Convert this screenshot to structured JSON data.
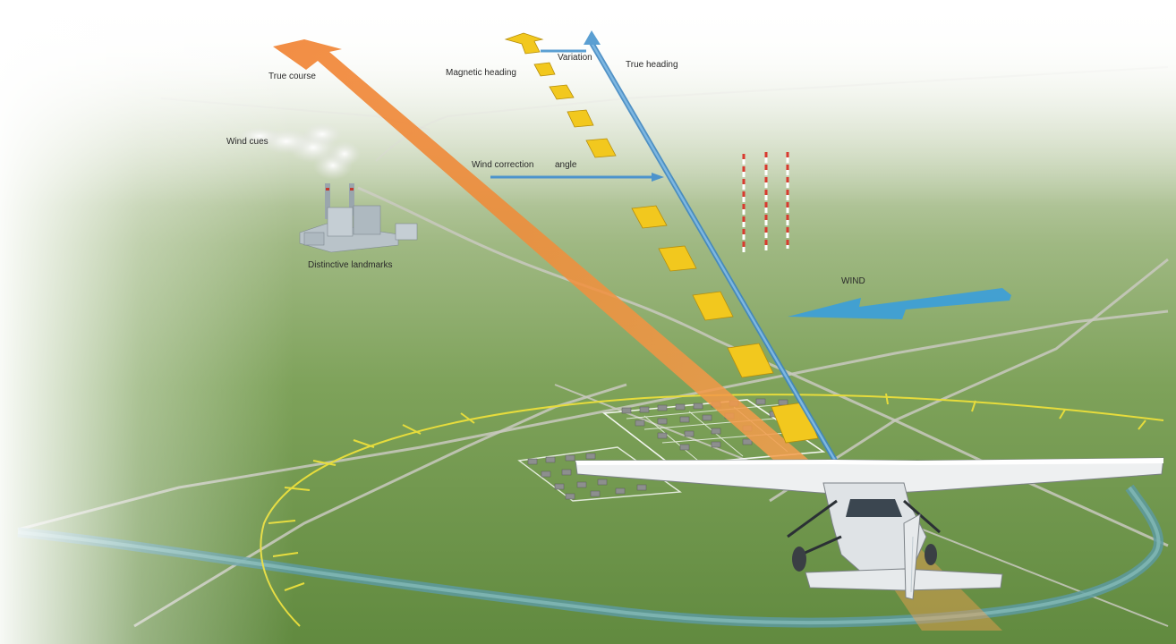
{
  "labels": {
    "true_course": "True course",
    "magnetic_heading": "Magnetic heading",
    "variation": "Variation",
    "true_heading": "True heading",
    "wind_cues": "Wind cues",
    "wind_correction": "Wind correction",
    "angle": "angle",
    "distinctive_landmarks": "Distinctive landmarks",
    "wind": "WIND"
  },
  "colors": {
    "sky": "#ffffff",
    "grass_light": "#b6c79d",
    "grass_dark": "#5f8a3f",
    "true_course_arrow": "#f28a2c",
    "true_heading_line": "#5b9fd2",
    "magnetic_heading_marks": "#f2c81e",
    "wind_arrow": "#3e9fd6",
    "river": "#5d9aa0",
    "range_ring": "#e6dc3c",
    "windsock_red": "#d93a2f"
  },
  "icons": {
    "aircraft": "high-wing-airplane-icon",
    "power_plant": "factory-smokestack-icon",
    "smoke": "smoke-plume-icon",
    "windsock_poles": "striped-pole-icon"
  }
}
